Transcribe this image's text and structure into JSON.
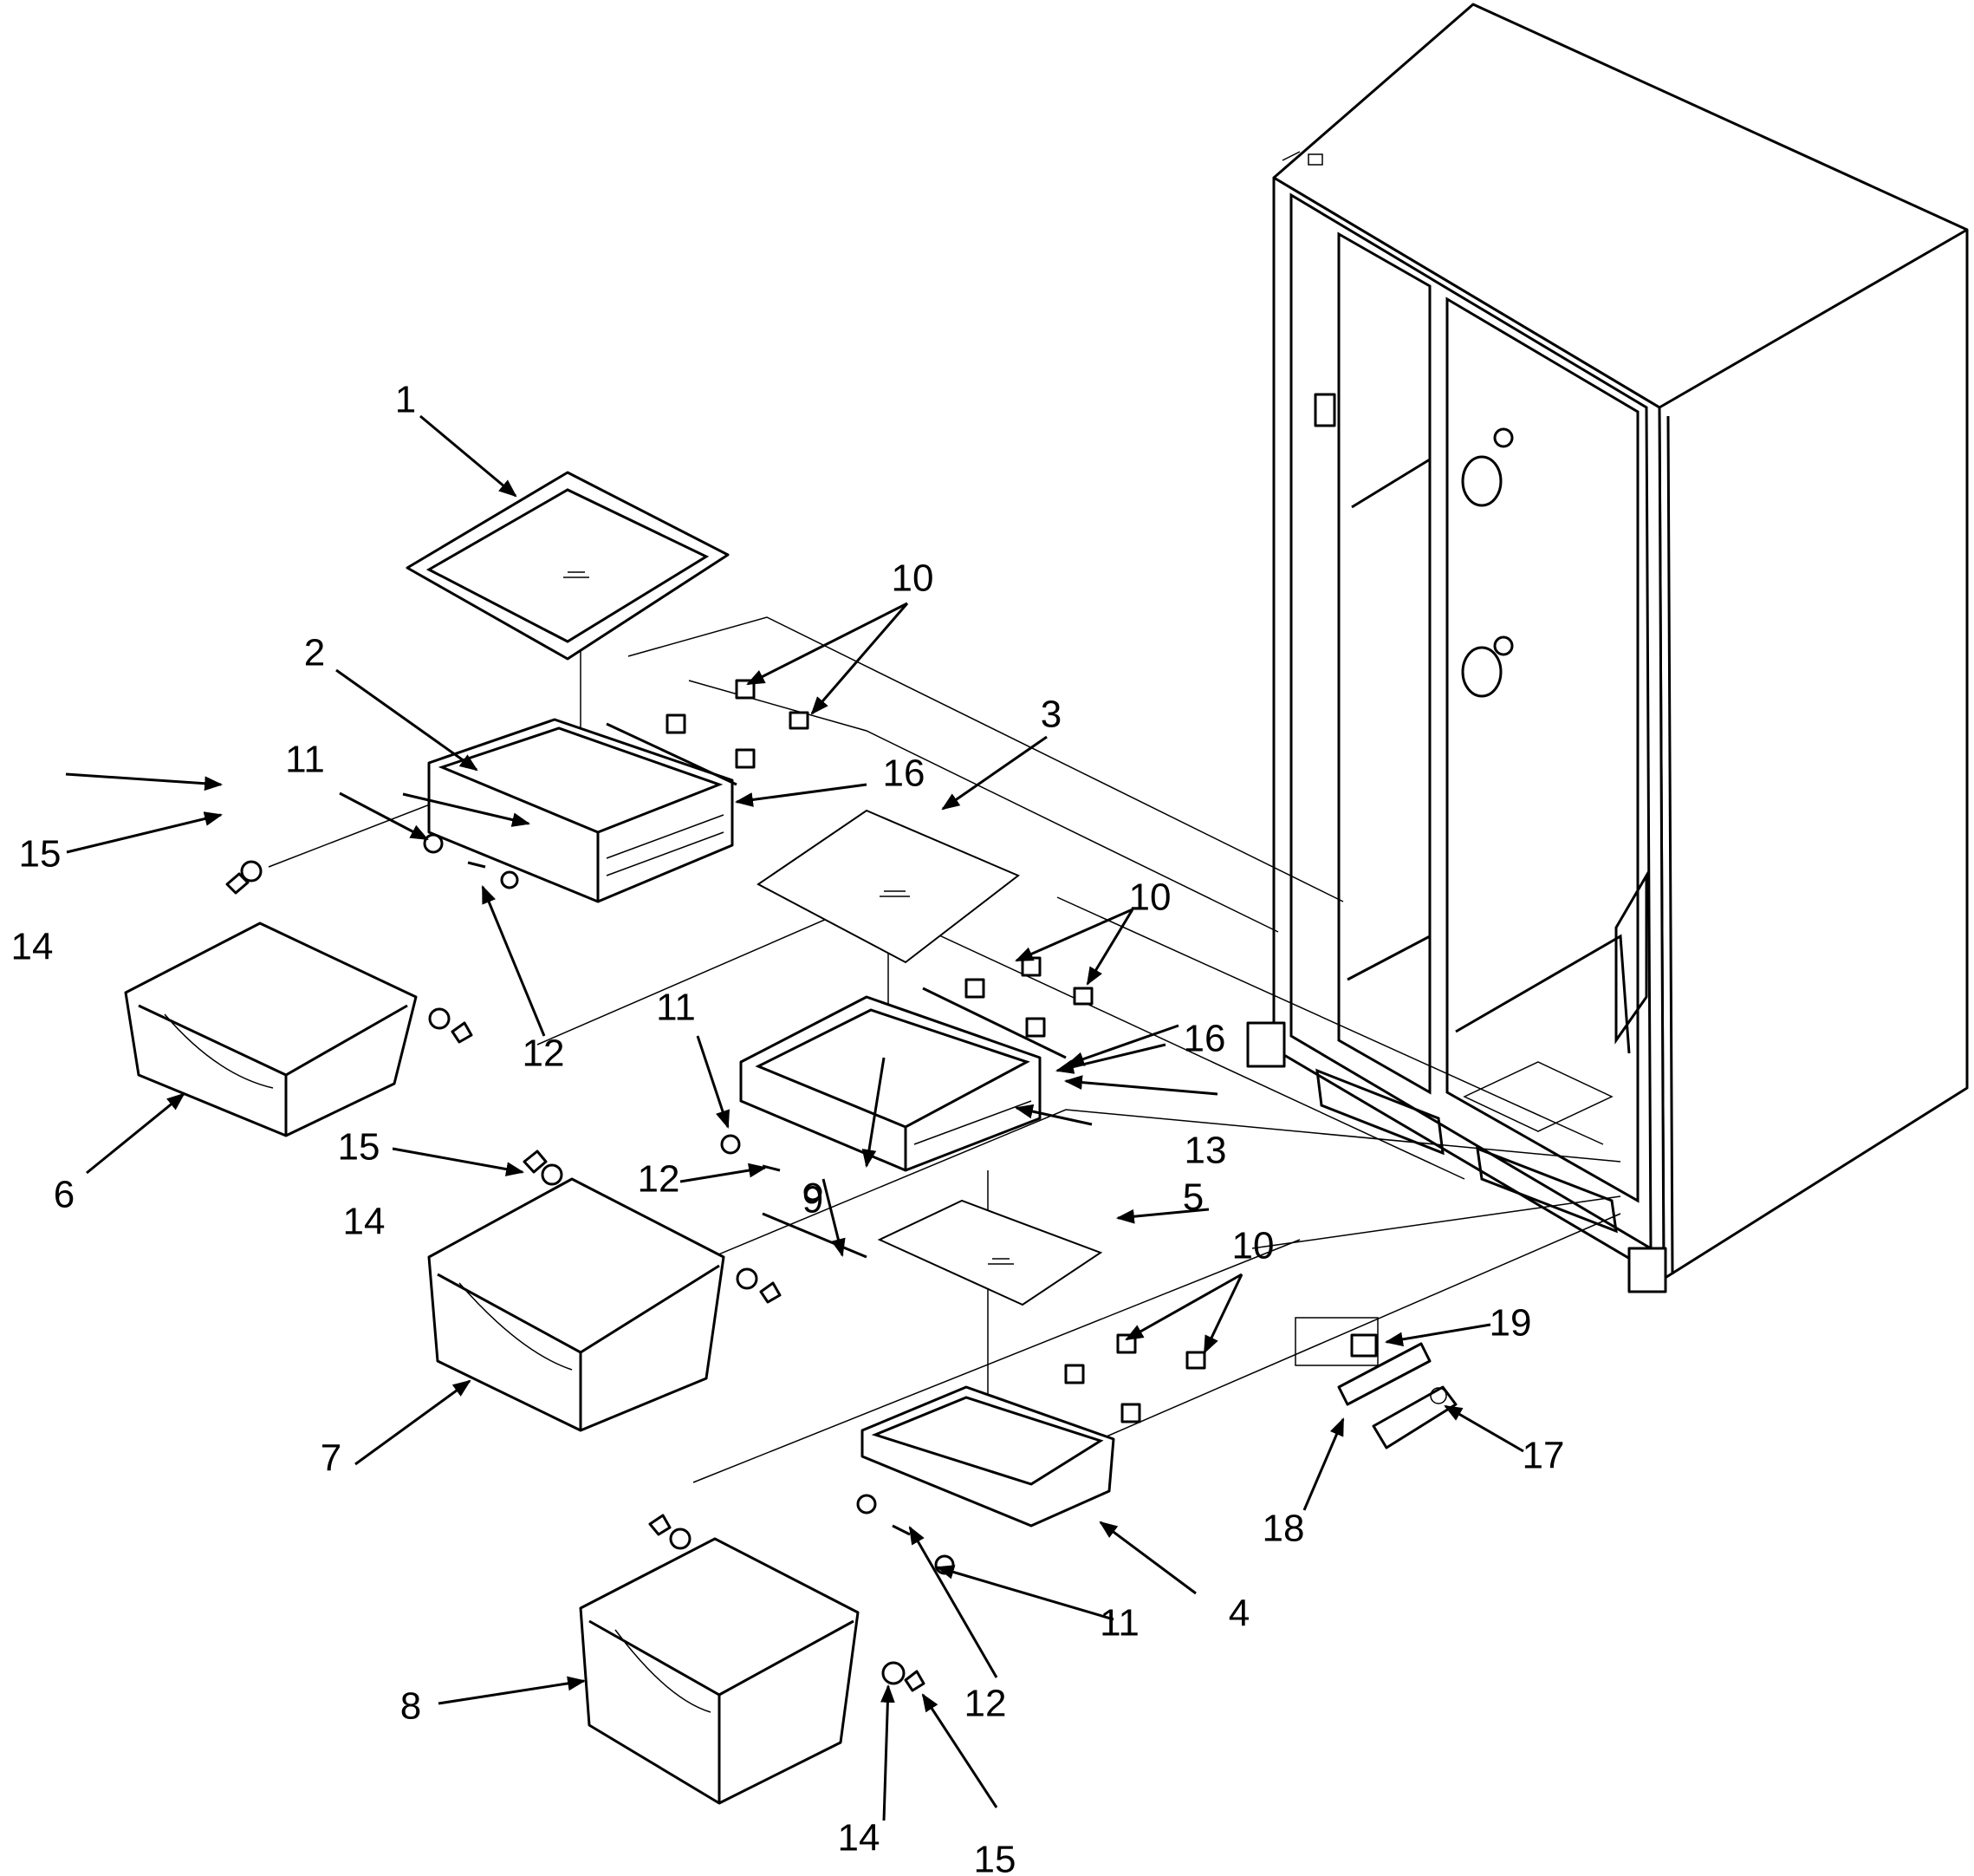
{
  "callouts": [
    "1",
    "2",
    "3",
    "4",
    "5",
    "6",
    "7",
    "8",
    "9",
    "10",
    "10",
    "10",
    "11",
    "11",
    "11",
    "12",
    "12",
    "12",
    "13",
    "14",
    "14",
    "14",
    "15",
    "15",
    "15",
    "16",
    "16",
    "17",
    "18",
    "19"
  ]
}
